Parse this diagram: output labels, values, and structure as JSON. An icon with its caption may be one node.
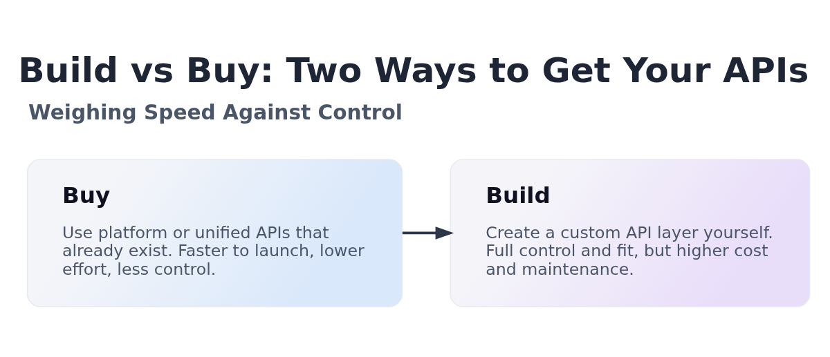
{
  "diagram": {
    "title": "Build vs Buy: Two Ways to Get Your APIs",
    "nodes": [
      {
        "text": [
          "Buy",
          "Use platform or unified APIs that already exist. Faster to launch, lower effort, less control."
        ]
      },
      {
        "text": [
          "Build",
          "Create a custom API layer yourself. Full control and fit, but higher cost and maintenance."
        ]
      }
    ],
    "edges": [
      {
        "from": 0,
        "to": 1,
        "arrow": "to"
      }
    ],
    "labels": [
      "Weighing Speed Against Control"
    ]
  }
}
